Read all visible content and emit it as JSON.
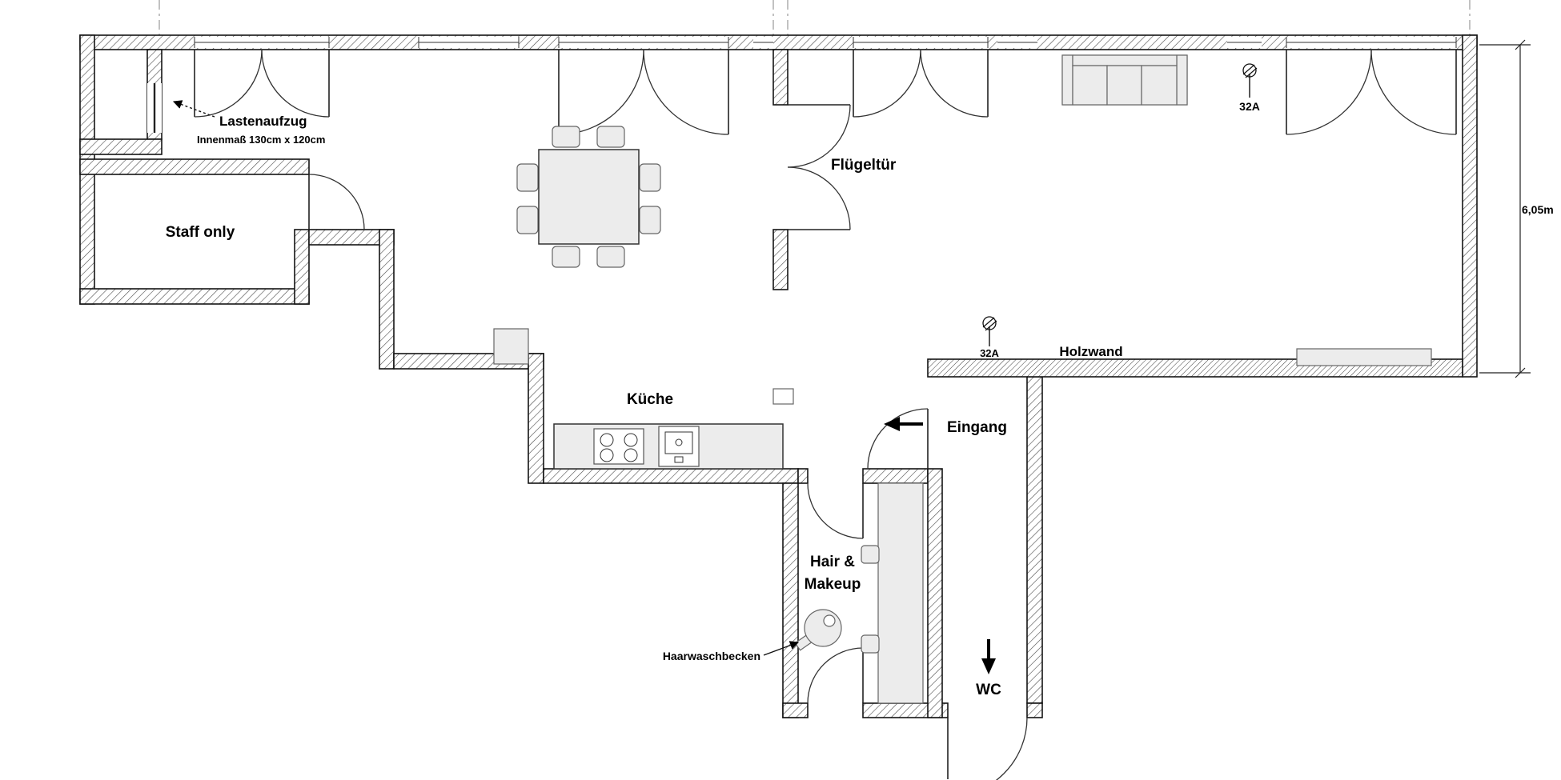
{
  "plan": {
    "rooms": {
      "staff": {
        "label": "Staff only"
      },
      "kitchen": {
        "label": "Küche"
      },
      "entrance": {
        "label": "Eingang"
      },
      "hair": {
        "label_line1": "Hair &",
        "label_line2": "Makeup"
      },
      "wc": {
        "label": "WC"
      }
    },
    "annotations": {
      "elevator": {
        "label": "Lastenaufzug",
        "size": "Innenmaß 130cm x 120cm"
      },
      "double_door": {
        "label": "Flügeltür"
      },
      "wood_wall": {
        "label": "Holzwand"
      },
      "basin": {
        "label": "Haarwaschbecken"
      },
      "dimension": {
        "label": "6,05m"
      },
      "outlet_top": {
        "label": "32A"
      },
      "outlet_mid": {
        "label": "32A"
      }
    },
    "colors": {
      "wall_stroke": "#141414",
      "hatch": "#4a4a4a",
      "furniture_fill": "#ececec",
      "furniture_stroke": "#666666",
      "text": "#000000"
    }
  }
}
